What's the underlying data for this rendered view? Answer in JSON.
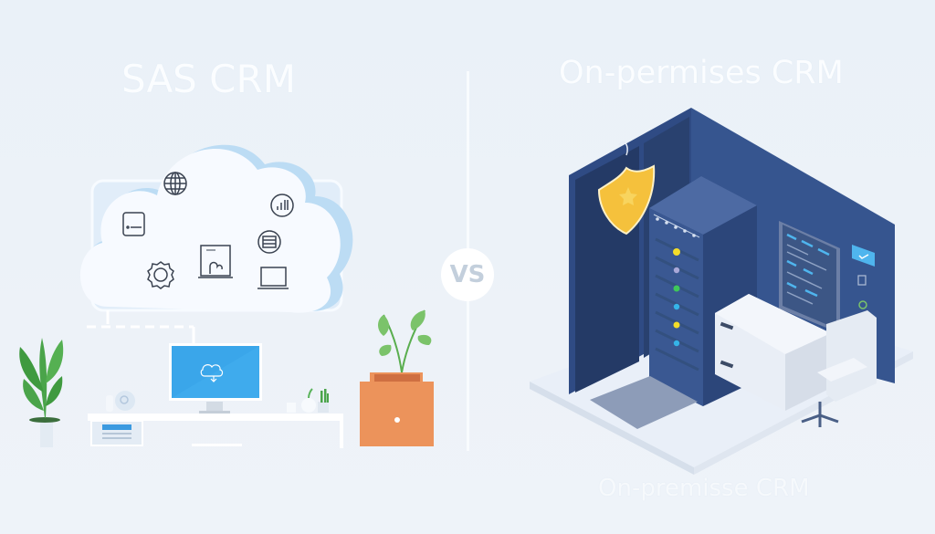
{
  "left_panel": {
    "title": "SAS CRM",
    "cloud_icons": [
      "globe-icon",
      "document-icon",
      "bar-chart-icon",
      "server-icon",
      "gear-icon",
      "cloud-board-icon",
      "laptop-icon"
    ],
    "monitor_icon": "cloud-sync-icon"
  },
  "divider": {
    "vs_label": "VS"
  },
  "right_panel": {
    "title": "On-permises CRM",
    "caption": "On-premisse CRM",
    "shield_icon": "shield-star-icon",
    "rack_lights": [
      "#f4dd2a",
      "#a9a8d8",
      "#3fc85a",
      "#35b4e8",
      "#f4dd2a",
      "#35b4e8"
    ],
    "wall_panel_icons": [
      "checkmark-icon",
      "document-icon",
      "circle-icon"
    ]
  },
  "colors": {
    "background": "#ebf1f8",
    "title_text": "#fbfdff",
    "room_wall": "#35508a",
    "room_wall_dark": "#243a67",
    "shield": "#f5c13c",
    "monitor_screen": "#3aa6ea",
    "cabinet": "#ec935b",
    "plant": "#4ba84a",
    "vs_text": "#c3cfdc"
  }
}
